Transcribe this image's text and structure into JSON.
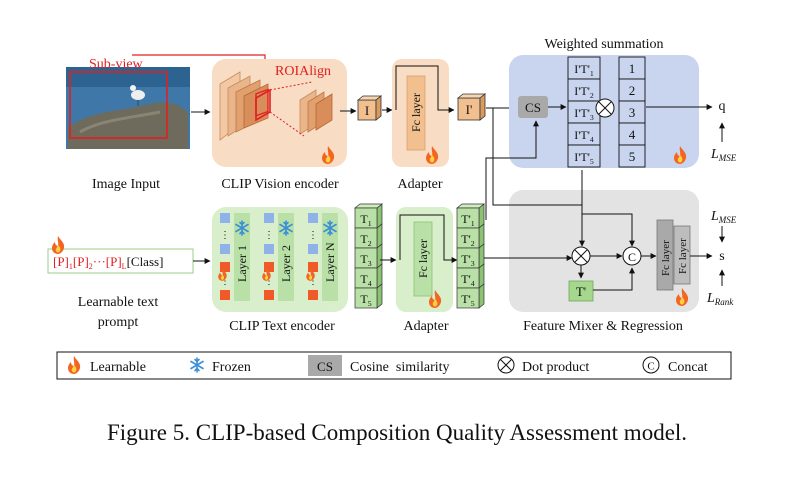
{
  "labels": {
    "subview": "Sub-view",
    "roialign": "ROIAlign",
    "image_input": "Image Input",
    "clip_vision": "CLIP Vision encoder",
    "adapter_top": "Adapter",
    "adapter_bottom": "Adapter",
    "weighted_summation": "Weighted summation",
    "learnable_prompt_line1": "Learnable text",
    "learnable_prompt_line2": "prompt",
    "clip_text": "CLIP Text encoder",
    "feature_mixer": "Feature Mixer & Regression",
    "cs": "CS",
    "fc_layer": "Fc layer",
    "out_q": "q",
    "out_s": "s"
  },
  "tokens": {
    "I": "I",
    "I_prime": "I'",
    "T_prime": "T'",
    "T_stack": [
      "T1",
      "T2",
      "T3",
      "T4",
      "T5"
    ],
    "T_prime_stack": [
      "T'1",
      "T'2",
      "T'3",
      "T'4",
      "T'5"
    ],
    "IT_prime": [
      "I'T'1",
      "I'T'2",
      "I'T'3",
      "I'T'4",
      "I'T'5"
    ],
    "weights": [
      "1",
      "2",
      "3",
      "4",
      "5"
    ],
    "text_layers": [
      "Layer 1",
      "Layer 2",
      "Layer N"
    ],
    "prompt": "[P]1[P]2···[P]L[Class]"
  },
  "losses": {
    "mse_top": "L_MSE",
    "mse_bottom": "L_MSE",
    "rank": "L_Rank"
  },
  "legend": {
    "learnable": "Learnable",
    "frozen": "Frozen",
    "cs_symbol": "CS",
    "cs_label": "Cosine  similarity",
    "dot_label": "Dot product",
    "concat_symbol": "C",
    "concat_label": "Concat"
  },
  "caption": "Figure 5. CLIP-based Composition Quality Assessment model.",
  "colors": {
    "vision_bg": "#f9dcc4",
    "weighted_bg": "#c9d5ef",
    "text_bg": "#d9eecb",
    "mixer_bg": "#e3e3e3",
    "accent_red": "#e02020",
    "flame": "#f26522"
  }
}
